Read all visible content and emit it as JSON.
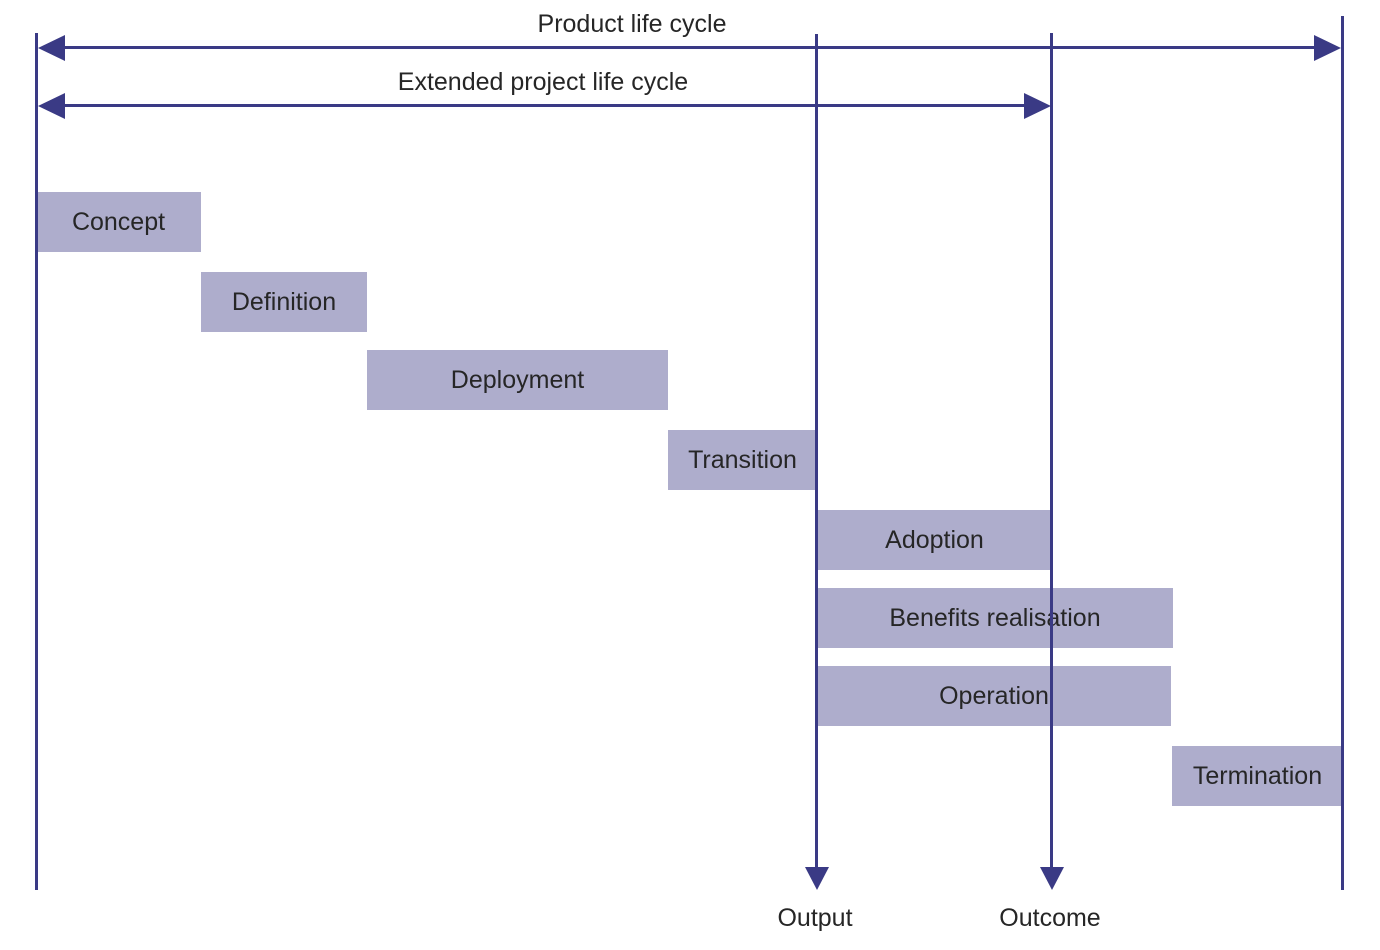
{
  "colors": {
    "bar_fill": "#AEADCC",
    "line": "#3A3A85",
    "text": "#262626",
    "background": "#FFFFFF"
  },
  "arrows": {
    "product": {
      "label": "Product life cycle"
    },
    "extended": {
      "label": "Extended project life cycle"
    }
  },
  "phases": [
    {
      "label": "Concept"
    },
    {
      "label": "Definition"
    },
    {
      "label": "Deployment"
    },
    {
      "label": "Transition"
    },
    {
      "label": "Adoption"
    },
    {
      "label": "Benefits realisation"
    },
    {
      "label": "Operation"
    },
    {
      "label": "Termination"
    }
  ],
  "milestones": {
    "output": {
      "label": "Output"
    },
    "outcome": {
      "label": "Outcome"
    }
  }
}
